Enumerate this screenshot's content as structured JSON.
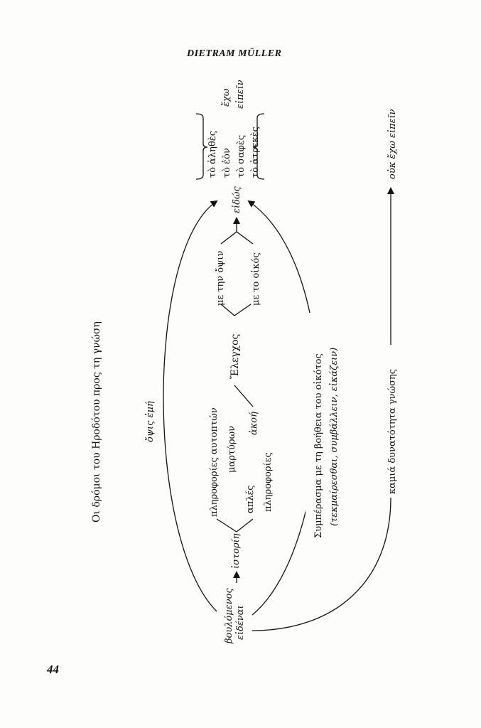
{
  "header": {
    "author": "DIETRAM MÜLLER"
  },
  "page_number": "44",
  "diagram": {
    "title": "Οι δρόμοι του Ηροδότου προς τη γνώση",
    "start_line1": "βουλόμενος",
    "start_line2": "εἰδέναι",
    "istorie": "ἱστορίη",
    "autoptes": "πληροφορίες αυτοπτών",
    "martyron": "μαρτύρων",
    "aples": "απλές",
    "plirofories": "πληροφορίες",
    "akoi": "ἀκοή",
    "elenchos": "Ἔλεγχος",
    "opsis_check": "με την ὄψιν",
    "oikos_check": "με το οἰκός",
    "eidos": "εἰδώς",
    "truths": [
      "τὸ ἀληθὲς",
      "τὸ ἐὸν",
      "τὸ σαφὲς",
      "τὸ ἀτρεκὲς"
    ],
    "echo": "ἔχω",
    "eipein": "εἰπεῖν",
    "opsis_eme": "ὄψις ἐμή",
    "symperasma": "Συμπέρασμα με τη βοήθεια του οἰκότος",
    "symperasma_verbs": "(τεκμαίρεσθαι, συμβάλλειν, εἰκάζειν)",
    "no_knowledge": "καμιά δυνατότητα γνώσης",
    "ouk_echo": "οὐκ ἔχω εἰπεῖν"
  }
}
